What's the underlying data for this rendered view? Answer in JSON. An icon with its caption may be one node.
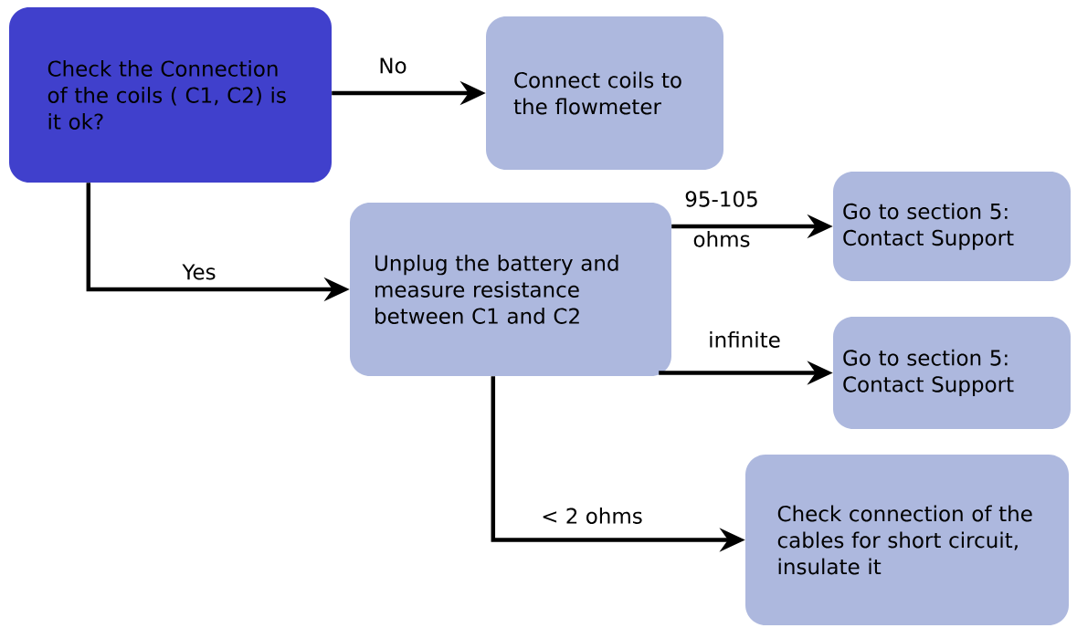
{
  "diagram": {
    "nodes": [
      {
        "text": [
          "Check the Connection of the coils ( C1, C2) is it ok?"
        ]
      },
      {
        "text": [
          "Connect coils to the flowmeter"
        ]
      },
      {
        "text": [
          "Unplug the battery and measure resistance between C1 and C2"
        ]
      },
      {
        "text": [
          "Go to section 5: Contact Support"
        ]
      },
      {
        "text": [
          "Go to section 5: Contact Support"
        ]
      },
      {
        "text": [
          "Check connection of the cables for short circuit, insulate it"
        ]
      }
    ],
    "edges": [
      {
        "from": 0,
        "to": 1,
        "arrow": "to",
        "label": "No"
      },
      {
        "from": 0,
        "to": 2,
        "arrow": "to",
        "label": "Yes"
      },
      {
        "from": 2,
        "to": 3,
        "arrow": "to",
        "label": "95-105 ohms"
      },
      {
        "from": 2,
        "to": 4,
        "arrow": "to",
        "label": "infinite"
      },
      {
        "from": 2,
        "to": 5,
        "arrow": "to",
        "label": "< 2 ohms"
      }
    ]
  }
}
